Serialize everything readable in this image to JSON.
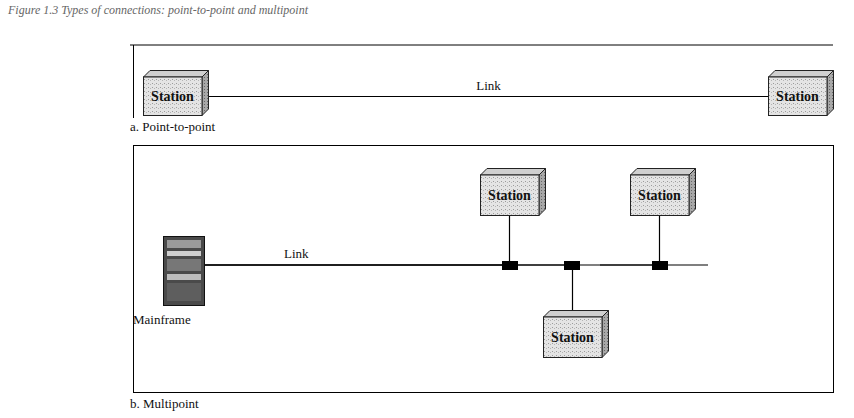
{
  "diagram": {
    "title": "Figure 1.3 Types of connections: point-to-point and multipoint",
    "nodes": [
      {
        "text": [
          "Station"
        ]
      },
      {
        "text": [
          "Station"
        ]
      },
      {
        "text": [
          "Mainframe"
        ]
      },
      {
        "text": [
          "Station"
        ]
      },
      {
        "text": [
          "Station"
        ]
      },
      {
        "text": [
          "Station"
        ]
      }
    ],
    "edges": [
      {
        "from": 0,
        "to": 1,
        "arrow": "none",
        "label": "Link"
      },
      {
        "from": 2,
        "to": 3,
        "arrow": "none",
        "label": "Link"
      },
      {
        "from": 2,
        "to": 4,
        "arrow": "none"
      },
      {
        "from": 2,
        "to": 5,
        "arrow": "none"
      }
    ],
    "labels": [
      "a. Point-to-point",
      "b. Multipoint"
    ]
  }
}
